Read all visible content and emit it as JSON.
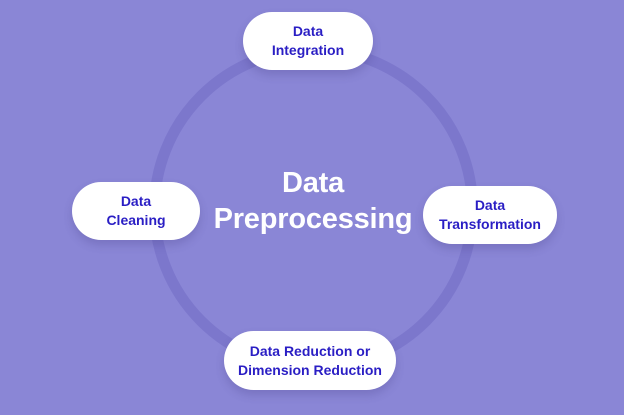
{
  "diagram": {
    "type": "cycle",
    "center": {
      "title": "Data\nPreprocessing"
    },
    "nodes": [
      {
        "id": "data-integration",
        "label": "Data\nIntegration",
        "position": "top"
      },
      {
        "id": "data-transformation",
        "label": "Data\nTransformation",
        "position": "right"
      },
      {
        "id": "data-reduction",
        "label": "Data Reduction or\nDimension Reduction",
        "position": "bottom"
      },
      {
        "id": "data-cleaning",
        "label": "Data\nCleaning",
        "position": "left"
      }
    ],
    "colors": {
      "background": "#8a86d6",
      "ring": "#7c77cc",
      "node_fill": "#ffffff",
      "node_text": "#2a1ec4",
      "center_text": "#ffffff"
    }
  }
}
